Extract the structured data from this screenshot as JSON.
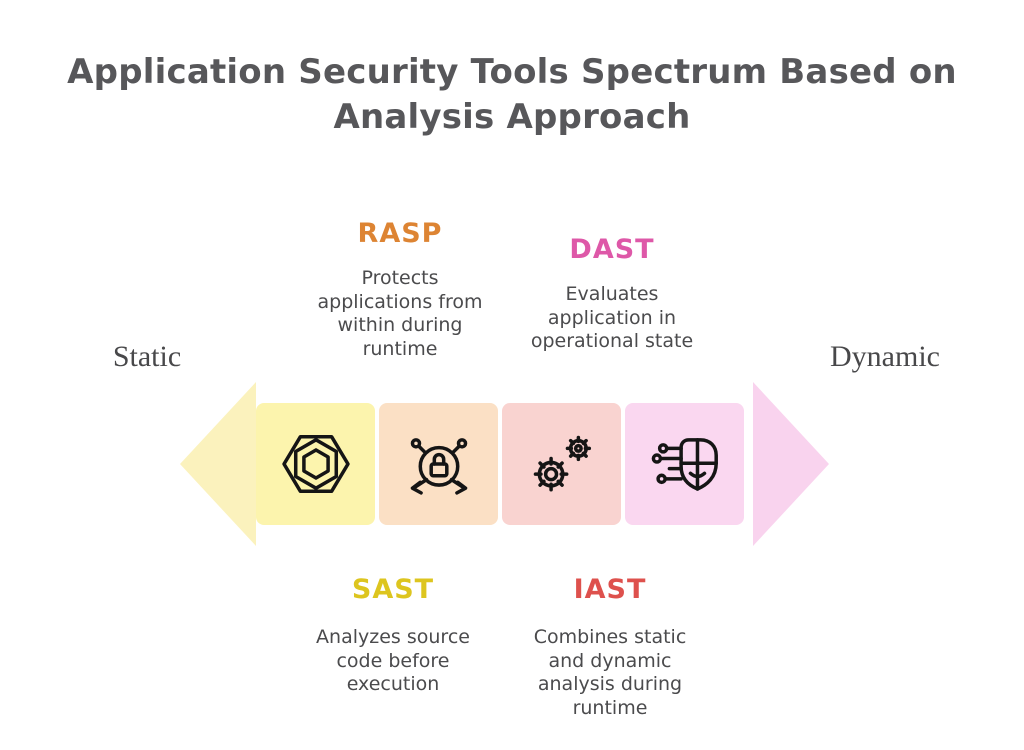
{
  "title": {
    "text": "Application Security Tools Spectrum Based on\nAnalysis Approach",
    "color": "#57575a"
  },
  "spectrum": {
    "left_label": "Static",
    "right_label": "Dynamic",
    "left_arrow_color": "#fbf2bd",
    "right_arrow_color": "#f9d3ee"
  },
  "tools": {
    "sast": {
      "name": "SAST",
      "name_color": "#ddc51f",
      "description": "Analyzes source\ncode before\nexecution",
      "box_color": "#fcf4ad",
      "icon": "nested-hexagons-icon",
      "label_position": "below"
    },
    "rasp": {
      "name": "RASP",
      "name_color": "#dd8433",
      "description": "Protects\napplications from\nwithin during\nruntime",
      "box_color": "#fbe0c5",
      "icon": "lock-network-icon",
      "label_position": "above"
    },
    "iast": {
      "name": "IAST",
      "name_color": "#de514d",
      "description": "Combines static\nand dynamic\nanalysis during\nruntime",
      "box_color": "#f9d3d0",
      "icon": "double-gears-icon",
      "label_position": "below"
    },
    "dast": {
      "name": "DAST",
      "name_color": "#de58a8",
      "description": "Evaluates\napplication in\noperational state",
      "box_color": "#fad7f0",
      "icon": "shield-circuit-icon",
      "label_position": "above"
    }
  }
}
